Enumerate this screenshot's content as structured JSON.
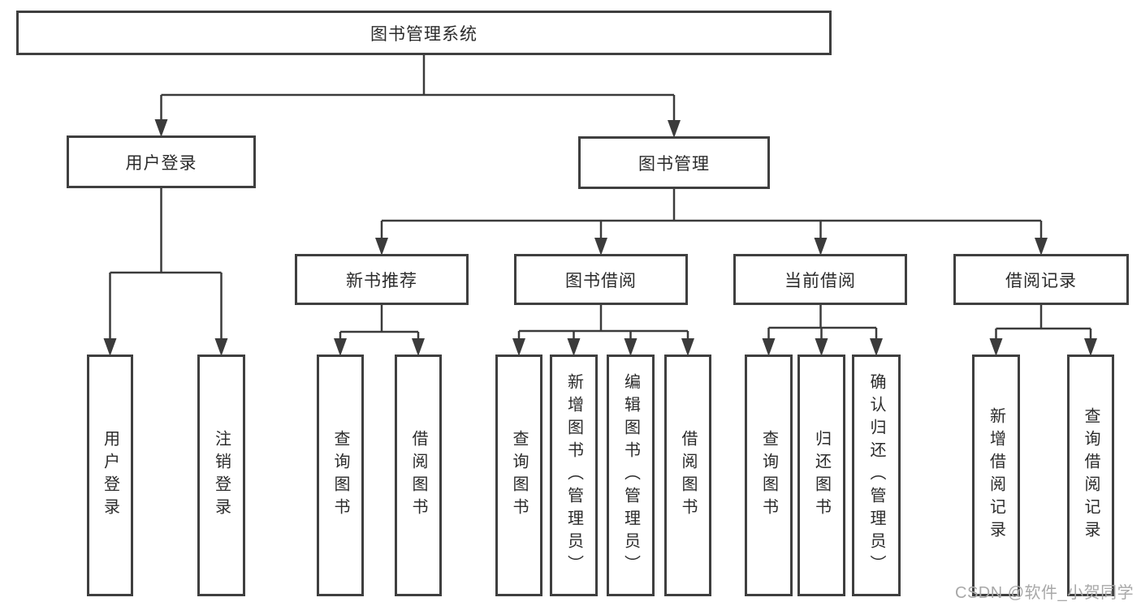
{
  "colors": {
    "line": "#3b3b3b",
    "box_border": "#3f3f3f",
    "text": "#2b2b2b",
    "watermark": "#a8a8a8",
    "background": "#ffffff"
  },
  "tree": {
    "root": "图书管理系统",
    "branches": [
      {
        "label": "用户登录",
        "leaves": [
          "用户登录",
          "注销登录"
        ]
      },
      {
        "label": "图书管理",
        "sections": [
          {
            "label": "新书推荐",
            "leaves": [
              "查询图书",
              "借阅图书"
            ]
          },
          {
            "label": "图书借阅",
            "leaves": [
              "查询图书",
              "新增图书（管理员）",
              "编辑图书（管理员）",
              "借阅图书"
            ]
          },
          {
            "label": "当前借阅",
            "leaves": [
              "查询图书",
              "归还图书",
              "确认归还（管理员）"
            ]
          },
          {
            "label": "借阅记录",
            "leaves": [
              "新增借阅记录",
              "查询借阅记录"
            ]
          }
        ]
      }
    ]
  },
  "watermark": {
    "text": "CSDN @软件_小贺同学"
  }
}
